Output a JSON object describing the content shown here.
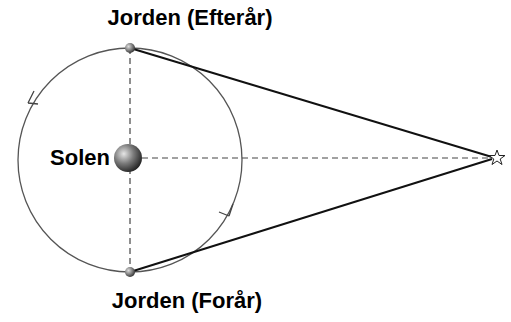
{
  "diagram": {
    "labels": [
      "Jorden (Efterår)",
      "Solen",
      "Jorden (Forår)"
    ]
  }
}
